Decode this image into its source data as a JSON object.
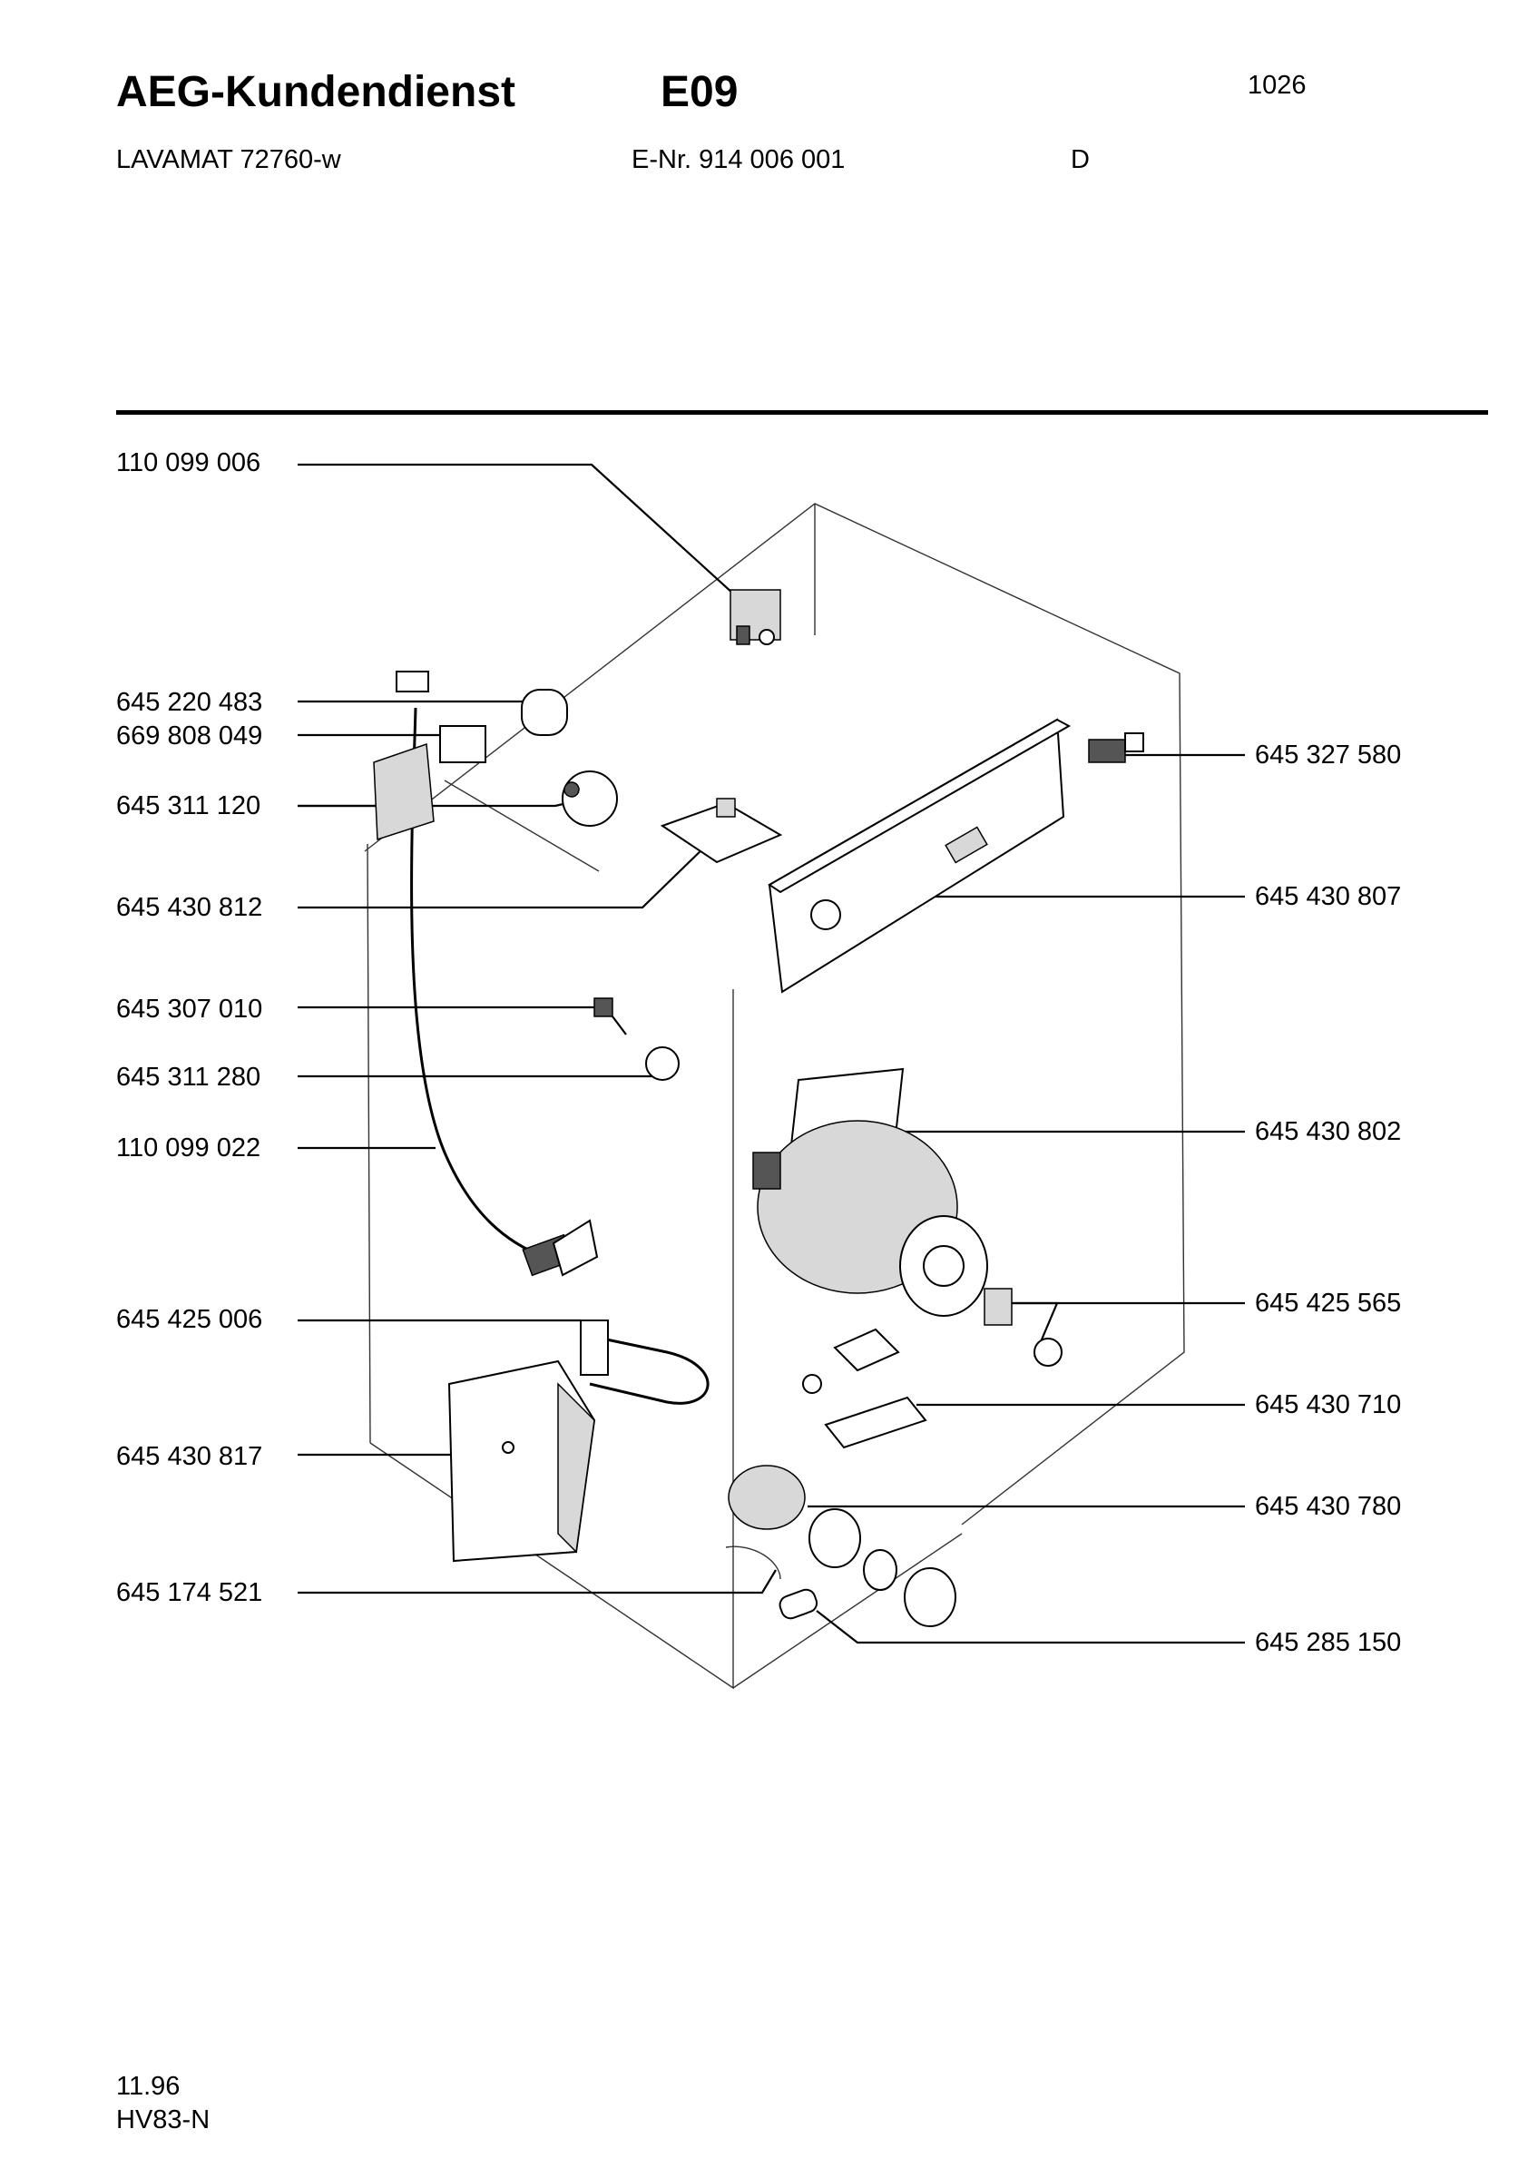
{
  "header": {
    "brand": "AEG-Kundendienst",
    "code": "E09",
    "page_number": "1026",
    "model": "LAVAMAT 72760-w",
    "enr": "E-Nr. 914 006 001",
    "lang": "D"
  },
  "labels_left": [
    "110 099 006",
    "645 220 483",
    "669 808 049",
    "645 311 120",
    "645 430 812",
    "645 307 010",
    "645 311 280",
    "110 099 022",
    "645 425 006",
    "645 430 817",
    "645 174 521"
  ],
  "labels_right": [
    "645 327 580",
    "645 430 807",
    "645 430 802",
    "645 425 565",
    "645 430 710",
    "645 430 780",
    "645 285 150"
  ],
  "footer": {
    "date": "11.96",
    "code": "HV83-N"
  }
}
